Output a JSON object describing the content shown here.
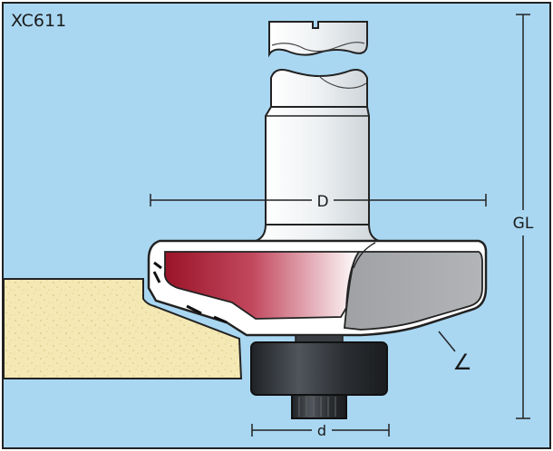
{
  "diagram": {
    "model_code": "XC611",
    "labels": {
      "cutting_diameter": "D",
      "overall_length": "GL",
      "bearing_diameter": "d"
    },
    "angle_symbol": "∠",
    "colors": {
      "background": "#a9d7f2",
      "frame": "#222222",
      "shank": "#e8ecef",
      "carbide": "#9a1428",
      "body": "#a7a9ac",
      "bearing": "#2f3237",
      "workpiece": "#f4e8b4",
      "dimension_line": "#222222"
    }
  }
}
